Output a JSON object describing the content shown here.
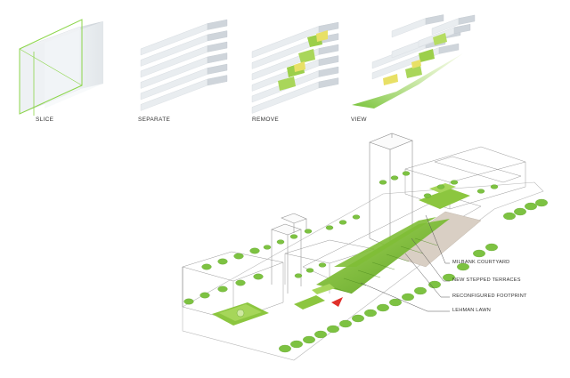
{
  "steps": [
    {
      "label": "SLICE"
    },
    {
      "label": "SEPARATE"
    },
    {
      "label": "REMOVE"
    },
    {
      "label": "VIEW"
    }
  ],
  "callouts": [
    {
      "label": "MILBANK COURTYARD"
    },
    {
      "label": "NEW STEPPED TERRACES"
    },
    {
      "label": "RECONFIGURED FOOTPRINT"
    },
    {
      "label": "LEHMAN LAWN"
    }
  ],
  "colors": {
    "lawn": "#8cc63f",
    "lawn_dark": "#5a9a23",
    "tree": "#7dc242",
    "accent_yellow": "#e8e066",
    "footprint": "#d9cfc4",
    "slice_outline": "#8cd64a",
    "arrow": "#e0302a",
    "wire": "#9a9a9a",
    "mass_light": "#f2f4f6",
    "mass_shade": "#d4d9de"
  },
  "icons": [
    "view-arrow-icon"
  ]
}
